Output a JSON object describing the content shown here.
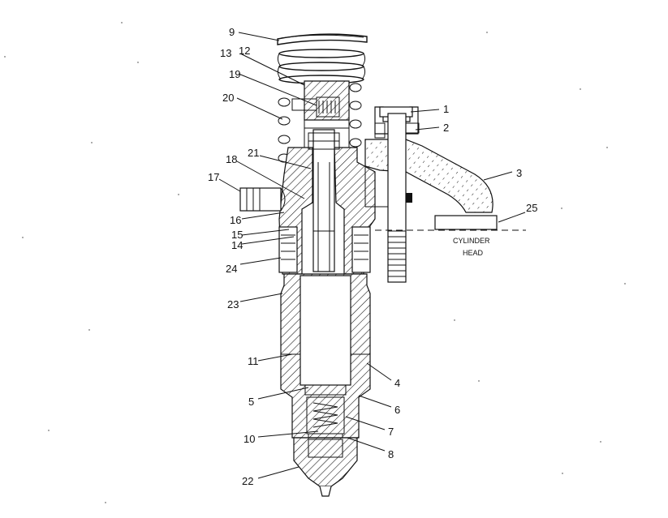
{
  "diagram": {
    "callouts": [
      "1",
      "2",
      "3",
      "4",
      "5",
      "6",
      "7",
      "8",
      "9",
      "10",
      "11",
      "12",
      "13",
      "14",
      "15",
      "16",
      "17",
      "18",
      "19",
      "20",
      "21",
      "22",
      "23",
      "24",
      "25"
    ],
    "cylinder_head_caption": [
      "CYLINDER",
      "HEAD"
    ]
  },
  "colors": {
    "ink": "#111111",
    "paper": "#ffffff"
  }
}
